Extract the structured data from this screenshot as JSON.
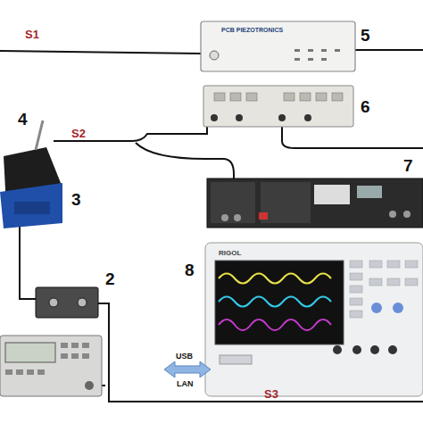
{
  "diagram": {
    "labels": [
      "S1",
      "PCB PIEZOTRONICS",
      "5",
      "4",
      "S2",
      "6",
      "3",
      "7",
      "2",
      "8",
      "RIGOL",
      "USB",
      "LAN",
      "S3"
    ]
  }
}
